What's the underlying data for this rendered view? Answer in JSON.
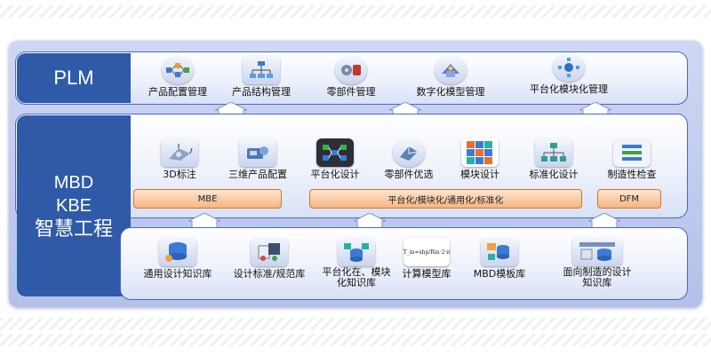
{
  "plm": {
    "title": "PLM",
    "items": [
      {
        "label": "产品配置管理",
        "icon": "process-flow-icon"
      },
      {
        "label": "产品结构管理",
        "icon": "structure-tree-icon"
      },
      {
        "label": "零部件管理",
        "icon": "parts-icon"
      },
      {
        "label": "数字化模型管理",
        "icon": "digital-model-icon"
      },
      {
        "label": "平台化模块化管理",
        "icon": "platform-module-icon"
      }
    ]
  },
  "mbd": {
    "title_lines": [
      "MBD",
      "KBE",
      "智慧工程"
    ],
    "items": [
      {
        "label": "3D标注",
        "icon": "3d-annotation-icon"
      },
      {
        "label": "三维产品配置",
        "icon": "3d-config-icon"
      },
      {
        "label": "平台化设计",
        "icon": "platform-design-icon"
      },
      {
        "label": "零部件优选",
        "icon": "parts-selection-icon"
      },
      {
        "label": "模块设计",
        "icon": "module-grid-icon"
      },
      {
        "label": "标准化设计",
        "icon": "standard-tree-icon"
      },
      {
        "label": "制造性检查",
        "icon": "manufacturability-icon"
      }
    ],
    "bars": [
      "MBE",
      "平台化/模块化/通用化/标准化",
      "DFM"
    ]
  },
  "knowledge": {
    "items": [
      {
        "label_lines": [
          "通用设计知识库"
        ],
        "icon": "general-knowledge-icon"
      },
      {
        "label_lines": [
          "设计标准/规范库"
        ],
        "icon": "design-standard-icon"
      },
      {
        "label_lines": [
          "平台化在、模块",
          "化知识库"
        ],
        "icon": "platform-knowledge-icon"
      },
      {
        "label_lines": [
          "计算模型库"
        ],
        "icon": "formula-icon"
      },
      {
        "label_lines": [
          "MBD模板库"
        ],
        "icon": "mbd-template-icon"
      },
      {
        "label_lines": [
          "面向制造的设计",
          "知识库"
        ],
        "icon": "manufacturing-knowledge-icon"
      }
    ],
    "formula_text": "T_in=shp/Rin·2·π"
  },
  "colors": {
    "side_panel": "#2f5aa8",
    "band_border": "#4a68c9",
    "bar_fill": "#f6b583",
    "bar_border": "#d0782a"
  }
}
